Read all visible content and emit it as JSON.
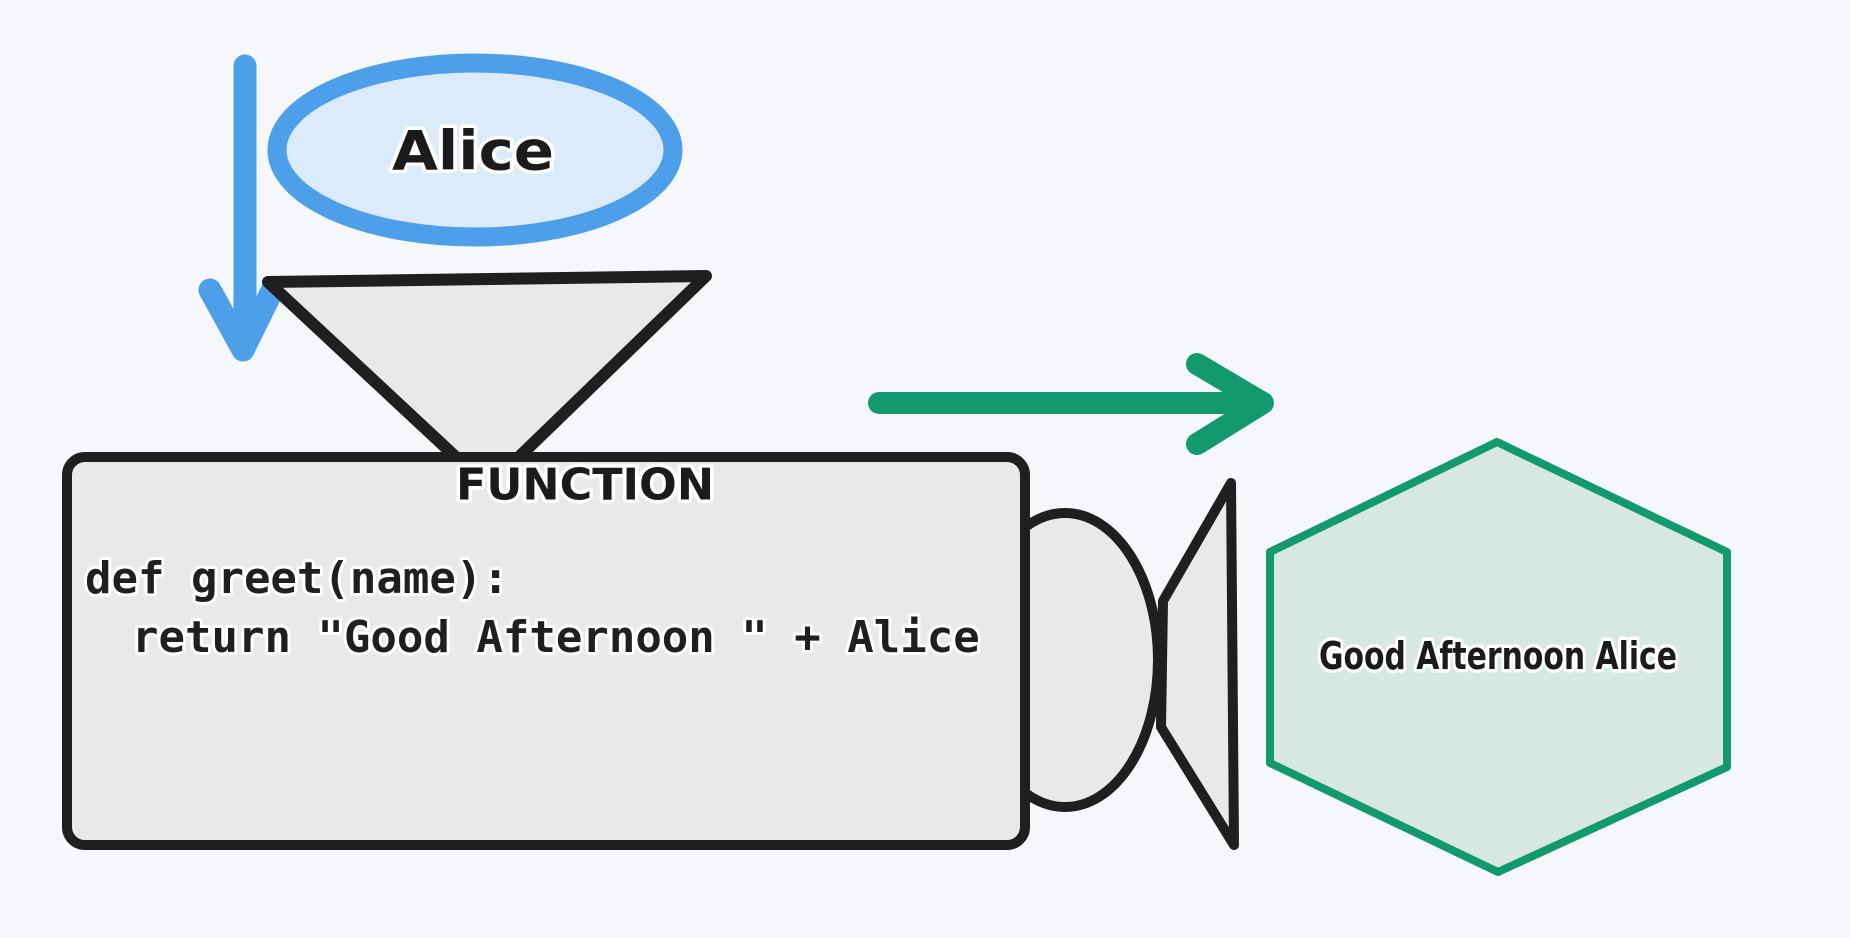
{
  "colors": {
    "bg": "#f5f7fa",
    "ink": "#1f1f1f",
    "surface": "#e9e9e9",
    "blue": "#4d9fea",
    "blue_fill": "#dcebfb",
    "green": "#13996e",
    "green_fill": "#d6e8e0",
    "text": "#1b1b1b"
  },
  "diagram": {
    "input_value": {
      "label": "Alice"
    },
    "function_box": {
      "title": "FUNCTION",
      "code": [
        "def greet(name):",
        "return \"Good Afternoon \" + Alice"
      ]
    },
    "output_value": {
      "label": "Good Afternoon Alice"
    }
  }
}
